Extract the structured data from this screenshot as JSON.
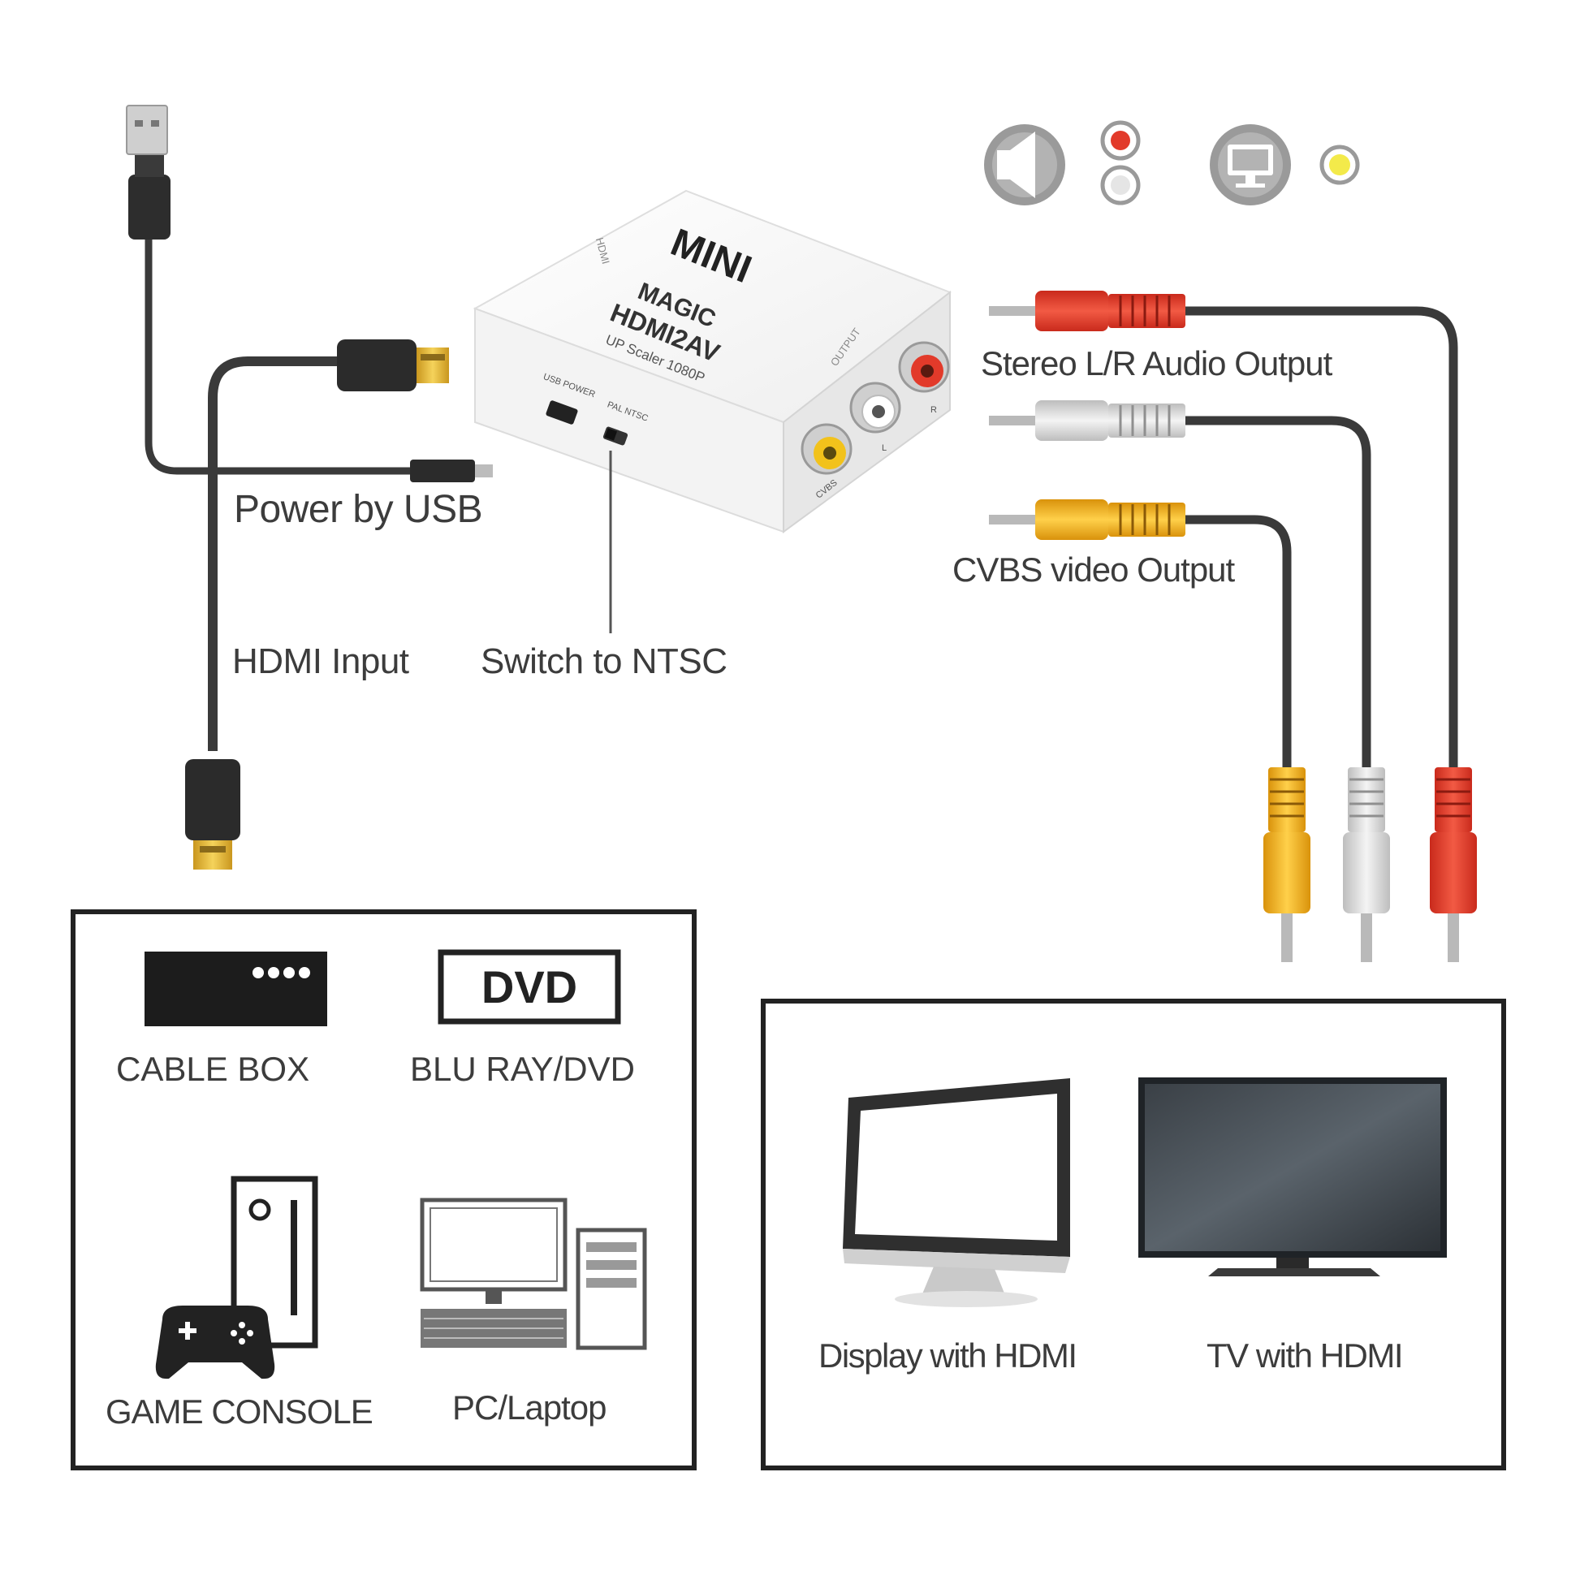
{
  "labels": {
    "power_by_usb": "Power by USB",
    "hdmi_input": "HDMI Input",
    "switch_to_ntsc": "Switch to NTSC",
    "audio_output": "Stereo L/R Audio Output",
    "video_output": "CVBS video Output"
  },
  "converter": {
    "brand_line1": "MINI",
    "brand_line2": "MAGIC",
    "model": "HDMI2AV",
    "subtitle": "UP Scaler 1080P",
    "port_label_power": "USB POWER",
    "port_label_switch": "PAL NTSC",
    "port_label_cvbs": "CVBS",
    "port_label_l": "L",
    "port_label_r": "R",
    "side_label_hdmi": "HDMI",
    "side_label_output": "OUTPUT"
  },
  "sources": {
    "cable_box": "CABLE BOX",
    "dvd_badge": "DVD",
    "blu_ray": "BLU RAY/DVD",
    "game_console": "GAME CONSOLE",
    "pc_laptop": "PC/Laptop"
  },
  "displays": {
    "display_hdmi": "Display with HDMI",
    "tv_hdmi": "TV with HDMI"
  },
  "icons": [
    "speaker-icon",
    "rca-red-jack-icon",
    "rca-white-jack-icon",
    "monitor-icon",
    "rca-yellow-jack-icon"
  ],
  "colors": {
    "red_plug": "#e23a2a",
    "white_plug": "#d9d9d9",
    "yellow_plug": "#f2b21b",
    "cable": "#3a3a3a",
    "gold_tip": "#e6b93a"
  }
}
